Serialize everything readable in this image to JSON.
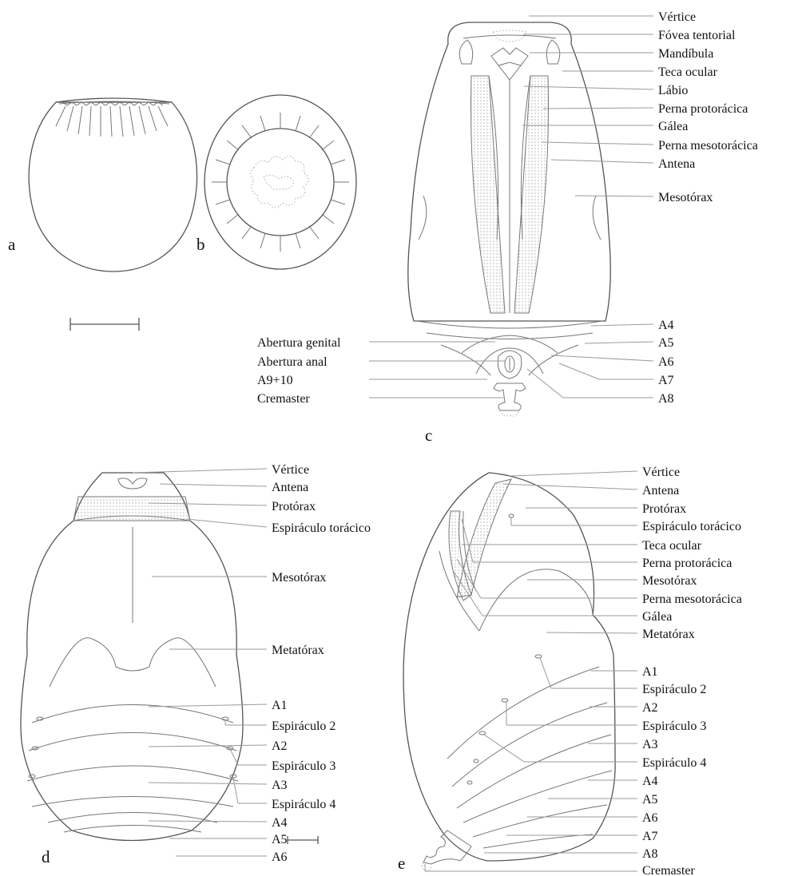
{
  "panels": {
    "a": "a",
    "b": "b",
    "c": "c",
    "d": "d",
    "e": "e"
  },
  "panel_c": {
    "right": [
      "Vértice",
      "Fóvea tentorial",
      "Mandíbula",
      "Teca ocular",
      "Lábio",
      "Perna protorácica",
      "Gálea",
      "Perna mesotorácica",
      "Antena",
      "Mesotórax",
      "A4",
      "A5",
      "A6",
      "A7",
      "A8"
    ],
    "left": [
      "Abertura genital",
      "Abertura anal",
      "A9+10",
      "Cremaster"
    ]
  },
  "panel_d": {
    "right": [
      "Vértice",
      "Antena",
      "Protórax",
      "Espiráculo torácico",
      "Mesotórax",
      "Metatórax",
      "A1",
      "Espiráculo 2",
      "A2",
      "Espiráculo 3",
      "A3",
      "Espiráculo 4",
      "A4",
      "A5",
      "A6"
    ]
  },
  "panel_e": {
    "right": [
      "Vértice",
      "Antena",
      "Protórax",
      "Espiráculo torácico",
      "Teca ocular",
      "Perna protorácica",
      "Mesotórax",
      "Perna mesotorácica",
      "Gálea",
      "Metatórax",
      "A1",
      "Espiráculo 2",
      "A2",
      "Espiráculo 3",
      "A3",
      "Espiráculo 4",
      "A4",
      "A5",
      "A6",
      "A7",
      "A8",
      "Cremaster"
    ]
  }
}
